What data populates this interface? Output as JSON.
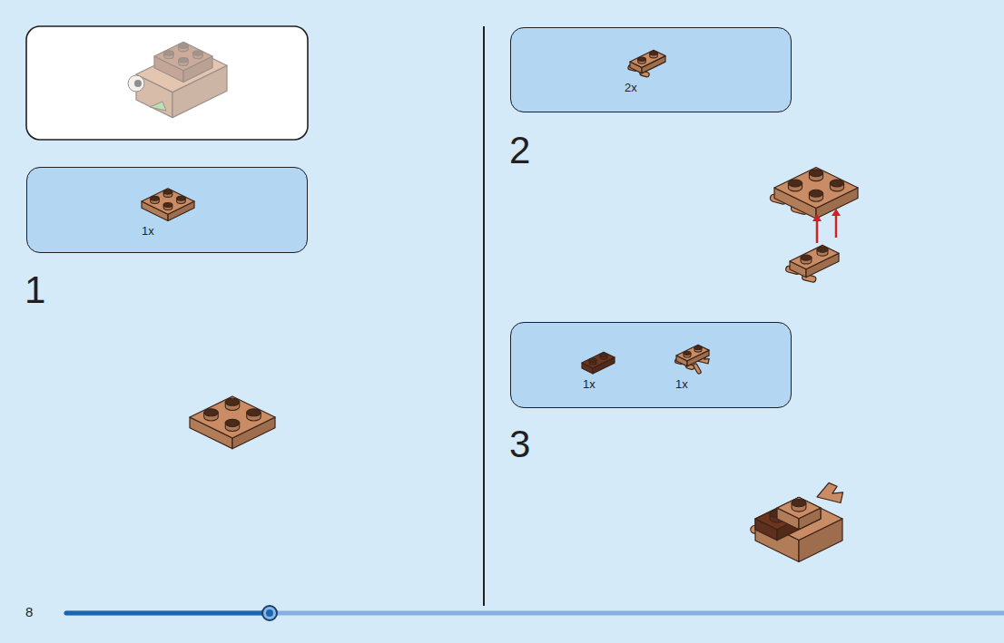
{
  "diagram": {
    "nodes": [
      {
        "text": [
          "1x"
        ]
      },
      {
        "text": [
          "2x"
        ]
      },
      {
        "text": [
          "1x",
          "1x"
        ]
      }
    ],
    "labels": [
      "1",
      "2",
      "3",
      "8"
    ]
  }
}
